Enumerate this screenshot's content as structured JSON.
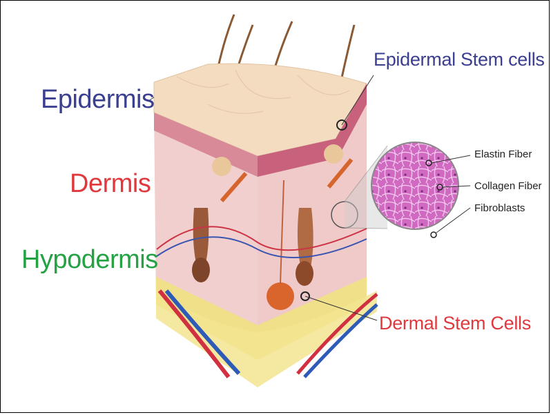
{
  "labels": {
    "epidermis": "Epidermis",
    "dermis": "Dermis",
    "hypodermis": "Hypodermis",
    "epidermal_stem_cells": "Epidermal Stem cells",
    "dermal_stem_cells": "Dermal Stem Cells",
    "elastin_fiber": "Elastin Fiber",
    "collagen_fiber": "Collagen Fiber",
    "fibroblasts": "Fibroblasts"
  },
  "colors": {
    "epidermis": "#3b3f8f",
    "dermis": "#e0393d",
    "hypodermis": "#25a244",
    "stem_cells_label": "#3b3f8f",
    "dermal_cells_label": "#e0393d",
    "skin_top": "#f3dcc0",
    "dermis_fill": "#f2cfcf",
    "hypodermis_fill": "#f1e08a",
    "magnified_fill": "#c74fb0"
  }
}
